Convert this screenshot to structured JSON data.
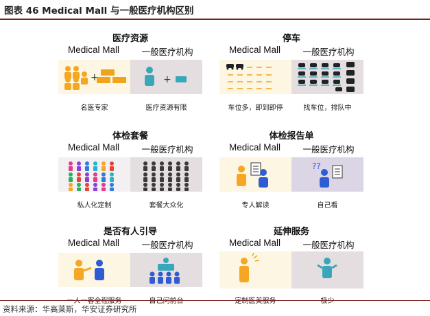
{
  "figure": {
    "title": "图表 46 Medical Mall 与一般医疗机构区别",
    "source": "资料来源：华高莱斯，华安证券研究所"
  },
  "columns": {
    "left": "Medical Mall",
    "right": "一般医疗机构"
  },
  "panels": [
    {
      "title": "医疗资源",
      "left_caption": "名医专家",
      "right_caption": "医疗资源有限"
    },
    {
      "title": "停车",
      "left_caption": "车位多，即到即停",
      "right_caption": "找车位，排队中"
    },
    {
      "title": "体检套餐",
      "left_caption": "私人化定制",
      "right_caption": "套餐大众化"
    },
    {
      "title": "体检报告单",
      "left_caption": "专人解读",
      "right_caption": "自己看"
    },
    {
      "title": "是否有人引导",
      "left_caption": "一人一客全程服务",
      "right_caption": "自己问前台"
    },
    {
      "title": "延伸服务",
      "left_caption": "定制医美服务",
      "right_caption": "极少"
    }
  ],
  "colors": {
    "accent_rule": "#7b1f1f",
    "orange": "#f5a623",
    "blue": "#2f5bd3",
    "teal": "#3aa6b9",
    "dark": "#3a3a3a",
    "left_bg": "#fdf6e2",
    "right_bg": "#e4dee0"
  }
}
